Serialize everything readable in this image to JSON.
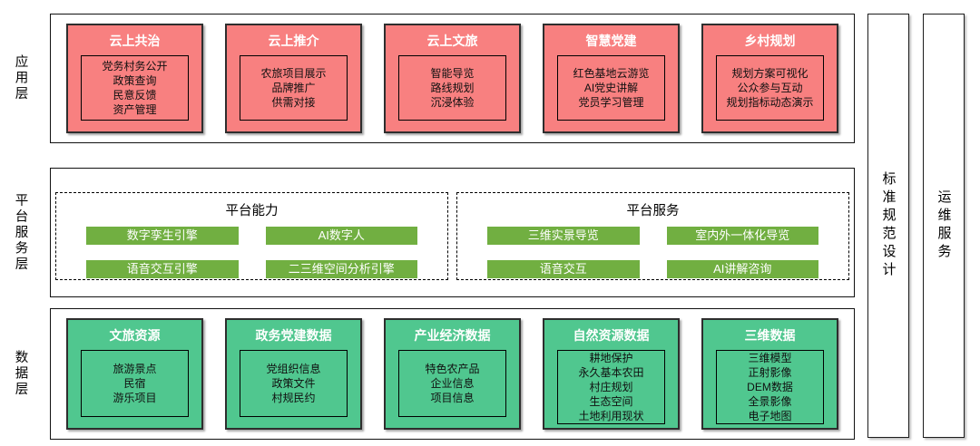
{
  "colors": {
    "app_module_fill": "#F88080",
    "platform_bar_fill": "#71AF41",
    "data_module_fill": "#50C78F",
    "border_dark": "#2e2e2e",
    "title_text": "#ffffff"
  },
  "left_labels": {
    "app": "应用层",
    "platform": "平台服务层",
    "data": "数据层"
  },
  "app_layer": {
    "modules": [
      {
        "title": "云上共治",
        "items": [
          "党务村务公开",
          "政策查询",
          "民意反馈",
          "资产管理"
        ]
      },
      {
        "title": "云上推介",
        "items": [
          "农旅项目展示",
          "品牌推广",
          "供需对接"
        ]
      },
      {
        "title": "云上文旅",
        "items": [
          "智能导览",
          "路线规划",
          "沉浸体验"
        ]
      },
      {
        "title": "智慧党建",
        "items": [
          "红色基地云游览",
          "AI党史讲解",
          "党员学习管理"
        ]
      },
      {
        "title": "乡村规划",
        "items": [
          "规划方案可视化",
          "公众参与互动",
          "规划指标动态演示"
        ]
      }
    ]
  },
  "platform_layer": {
    "groups": [
      {
        "title": "平台能力",
        "bars": [
          "数字孪生引擎",
          "AI数字人",
          "语音交互引擎",
          "二三维空间分析引擎"
        ]
      },
      {
        "title": "平台服务",
        "bars": [
          "三维实景导览",
          "室内外一体化导览",
          "语音交互",
          "AI讲解咨询"
        ]
      }
    ]
  },
  "data_layer": {
    "modules": [
      {
        "title": "文旅资源",
        "items": [
          "旅游景点",
          "民宿",
          "游乐项目"
        ]
      },
      {
        "title": "政务党建数据",
        "items": [
          "党组织信息",
          "政策文件",
          "村规民约"
        ]
      },
      {
        "title": "产业经济数据",
        "items": [
          "特色农产品",
          "企业信息",
          "项目信息"
        ]
      },
      {
        "title": "自然资源数据",
        "items": [
          "耕地保护",
          "永久基本农田",
          "村庄规划",
          "生态空间",
          "土地利用现状"
        ]
      },
      {
        "title": "三维数据",
        "items": [
          "三维模型",
          "正射影像",
          "DEM数据",
          "全景影像",
          "电子地图"
        ]
      }
    ]
  },
  "side_bars": [
    {
      "label": "标准规范设计"
    },
    {
      "label": "运维服务"
    }
  ]
}
